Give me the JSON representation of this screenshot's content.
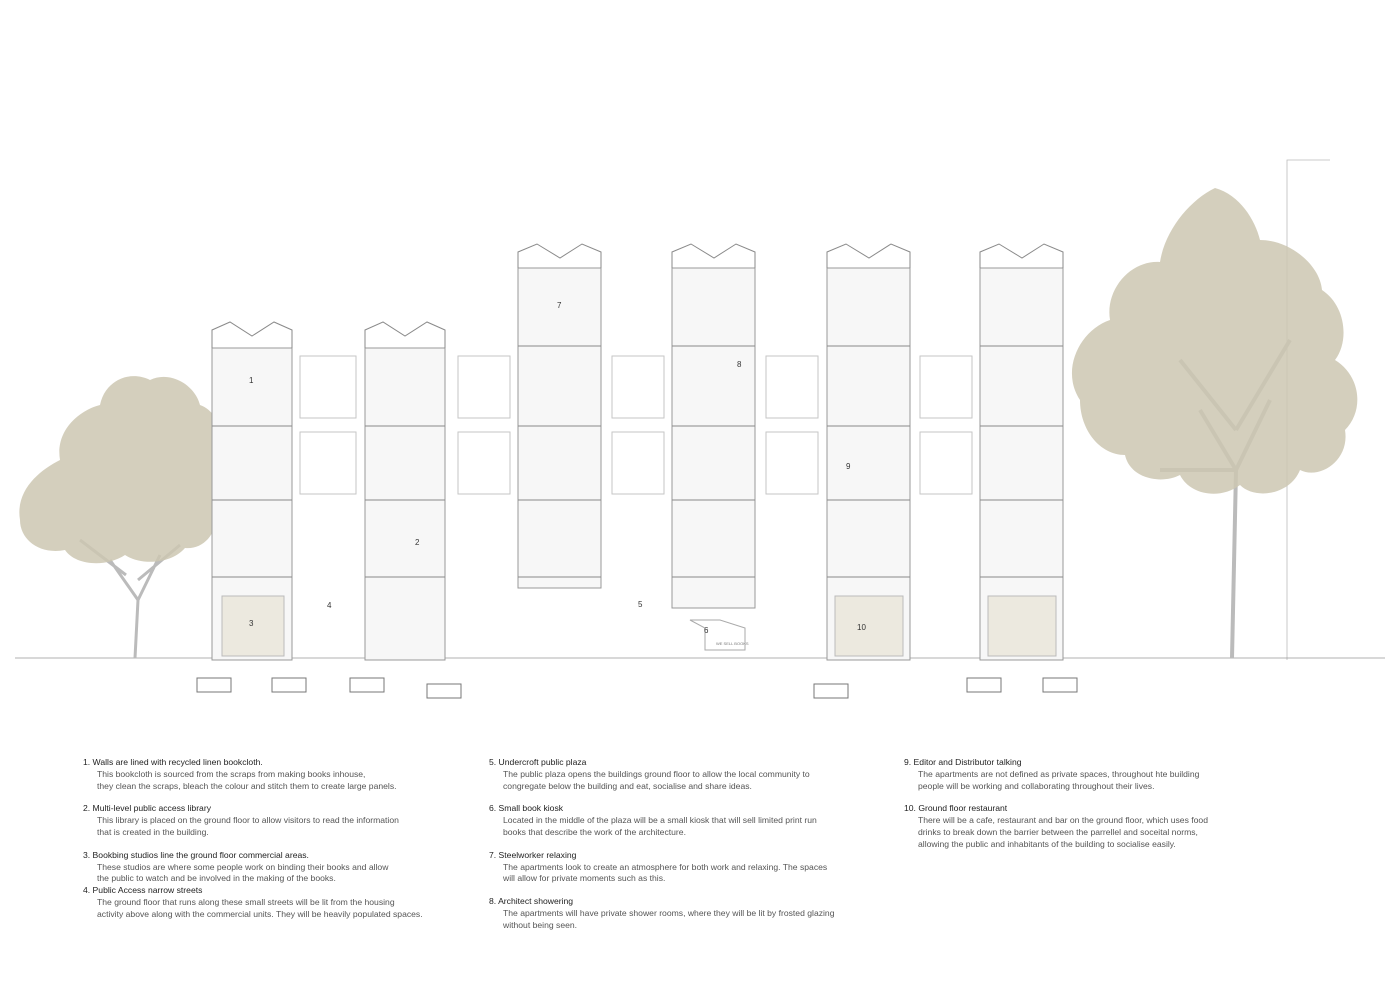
{
  "section_labels": [
    "1",
    "2",
    "3",
    "4",
    "5",
    "6",
    "7",
    "8",
    "9",
    "10"
  ],
  "kiosk_sign": "WE SELL BOOKS",
  "colors": {
    "foliage": "#cdc7b2",
    "trunk": "#bbbbbb",
    "line": "#8a8a8a",
    "glass": "#f4f4f4",
    "text": "#333333"
  },
  "notes": {
    "col1": [
      {
        "title": "1. Walls are lined with recycled linen bookcloth.",
        "body": "This bookcloth is sourced from the scraps from making books inhouse,\nthey clean the scraps, bleach the colour and stitch them to create large panels."
      },
      {
        "title": "2. Multi-level public access library",
        "body": "This library is placed on the ground floor to allow visitors to read the information\nthat is created in the building."
      },
      {
        "title": "3. Bookbing studios line the ground floor commercial areas.",
        "body": "These studios are where some people work on binding their books and allow\nthe public to watch and be involved in the making of the books."
      },
      {
        "title": "4. Public Access narrow streets",
        "body": "The ground floor that runs along these small streets will be lit from the housing\nactivity above along with the commercial units. They will be heavily populated spaces."
      }
    ],
    "col2": [
      {
        "title": "5. Undercroft public plaza",
        "body": "The public plaza opens the buildings ground floor to allow the local community to\ncongregate below the building and eat, socialise and share ideas."
      },
      {
        "title": "6. Small book kiosk",
        "body": "Located in the middle of the plaza will be a small kiosk that will sell limited print run\nbooks that describe the work of the architecture."
      },
      {
        "title": "7. Steelworker relaxing",
        "body": "The apartments look to create an atmosphere for both work and relaxing. The spaces\nwill allow for private moments such as this."
      },
      {
        "title": "8. Architect showering",
        "body": "The apartments will have private shower rooms, where they will be lit by frosted glazing\nwithout being seen."
      }
    ],
    "col3": [
      {
        "title": "9. Editor and Distributor talking",
        "body": "The apartments are not defined as private spaces, throughout hte building\npeople will be working and collaborating throughout their lives."
      },
      {
        "title": "10. Ground floor restaurant",
        "body": "There will be a cafe, restaurant and bar on the ground floor, which uses food\ndrinks to break down the barrier between the parrellel and soceital norms,\nallowing the public and inhabitants of the building to socialise easily."
      }
    ]
  }
}
